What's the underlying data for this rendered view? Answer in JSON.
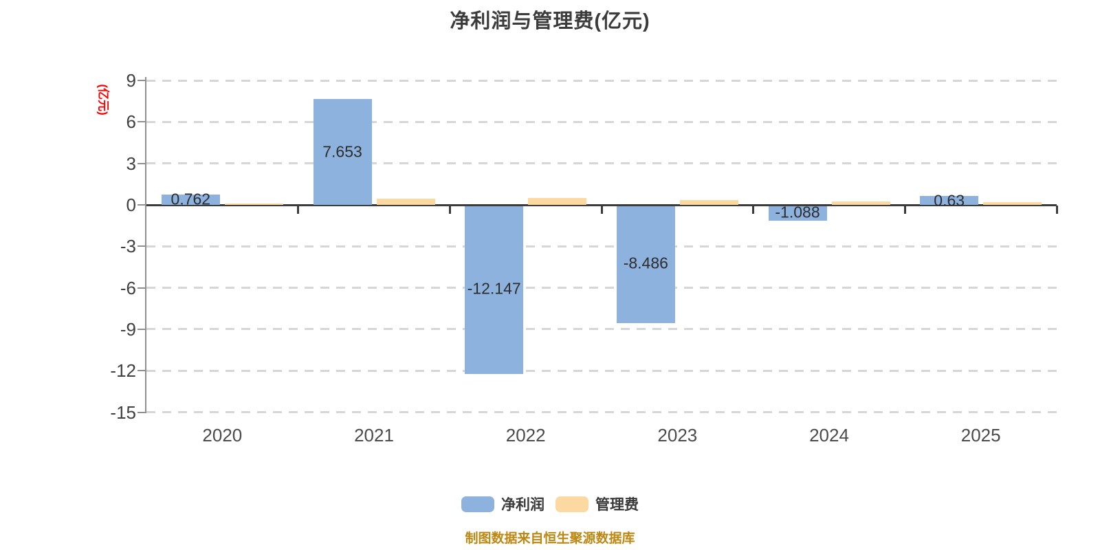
{
  "title": "净利润与管理费(亿元)",
  "y_axis_unit_label": "(亿元)",
  "source_note": "制图数据来自恒生聚源数据库",
  "colors": {
    "net_profit_bar": "#8eb2de",
    "management_fee_bar": "#fbd9a0",
    "gridline": "#d6d6d6",
    "zero_line": "#3b3b3b",
    "axis_line": "#8f8f8f",
    "title_text": "#3b3b3b",
    "value_label_text": "#2d2d2d",
    "y_unit_label_text": "#fe0000",
    "source_note_text": "#bd8712"
  },
  "legend": {
    "items": [
      {
        "label": "净利润",
        "color": "#8eb2de"
      },
      {
        "label": "管理费",
        "color": "#fbd9a0"
      }
    ]
  },
  "chart_data": {
    "type": "bar",
    "title": "净利润与管理费(亿元)",
    "ylabel": "(亿元)",
    "categories": [
      "2020",
      "2021",
      "2022",
      "2023",
      "2024",
      "2025"
    ],
    "series": [
      {
        "name": "净利润",
        "color": "#8eb2de",
        "values": [
          0.762,
          7.653,
          -12.147,
          -8.486,
          -1.088,
          0.63
        ],
        "data_labels": [
          "0.762",
          "7.653",
          "-12.147",
          "-8.486",
          "-1.088",
          "0.63"
        ]
      },
      {
        "name": "管理费",
        "color": "#fbd9a0",
        "values": [
          0.08,
          0.45,
          0.5,
          0.35,
          0.25,
          0.18
        ],
        "data_labels": null
      }
    ],
    "ylim": [
      -15,
      9
    ],
    "yticks": [
      9,
      6,
      3,
      0,
      -3,
      -6,
      -9,
      -12,
      -15
    ],
    "ytick_labels": [
      "9",
      "6",
      "3",
      "0",
      "-3",
      "-6",
      "-9",
      "-12",
      "-15"
    ],
    "grid": "horizontal-dashed",
    "legend_position": "bottom-center"
  }
}
